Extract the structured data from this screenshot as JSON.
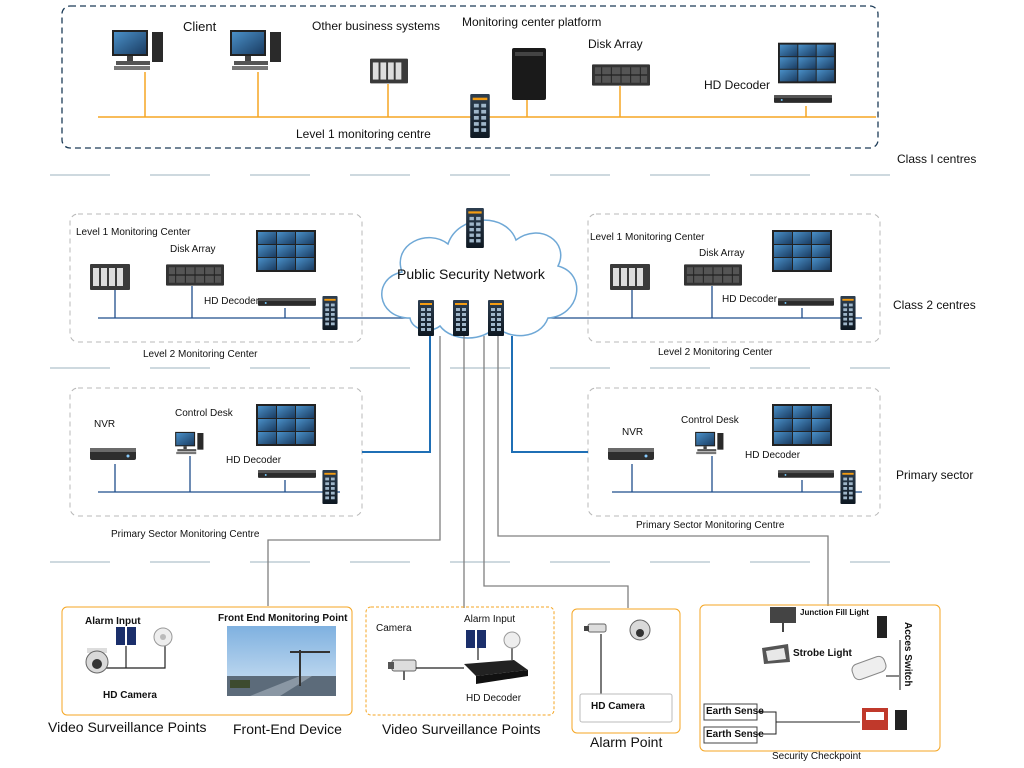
{
  "class1": {
    "client": "Client",
    "other_systems": "Other business systems",
    "platform": "Monitoring center platform",
    "disk_array": "Disk Array",
    "hd_decoder": "HD Decoder",
    "centre": "Level 1 monitoring centre",
    "tier_label": "Class I centres"
  },
  "network": {
    "label": "Public Security Network"
  },
  "class2": {
    "tier_label": "Class 2 centres",
    "left": {
      "title": "Level 1 Monitoring Center",
      "disk_array": "Disk Array",
      "hd_decoder": "HD Decoder",
      "caption": "Level 2 Monitoring Center"
    },
    "right": {
      "title": "Level 1 Monitoring Center",
      "disk_array": "Disk Array",
      "hd_decoder": "HD Decoder",
      "caption": "Level 2 Monitoring Center"
    }
  },
  "primary": {
    "tier_label": "Primary sector",
    "left": {
      "nvr": "NVR",
      "control_desk": "Control Desk",
      "hd_decoder": "HD Decoder",
      "caption": "Primary Sector Monitoring Centre"
    },
    "right": {
      "nvr": "NVR",
      "control_desk": "Control Desk",
      "hd_decoder": "HD Decoder",
      "caption": "Primary Sector Monitoring Centre"
    }
  },
  "frontend": {
    "box1": {
      "alarm_input": "Alarm Input",
      "hd_camera": "HD Camera",
      "monitoring_point": "Front End Monitoring Point",
      "caption_a": "Video Surveillance Points",
      "caption_b": "Front-End Device"
    },
    "box2": {
      "camera": "Camera",
      "alarm_input": "Alarm Input",
      "hd_decoder": "HD Decoder",
      "caption": "Video Surveillance Points"
    },
    "box3": {
      "hd_camera": "HD Camera",
      "caption": "Alarm Point"
    },
    "box4": {
      "junction_fill_light": "Junction Fill Light",
      "strobe_light": "Strobe Light",
      "access_switch": "Acces Switch",
      "earth_sense_1": "Earth Sense",
      "earth_sense_2": "Earth Sense",
      "caption": "Security Checkpoint"
    }
  },
  "colors": {
    "orange_line": "#f5a623",
    "blue_line": "#1f6fb5",
    "gray_line": "#808080",
    "dashed_border": "#1c3b57"
  }
}
